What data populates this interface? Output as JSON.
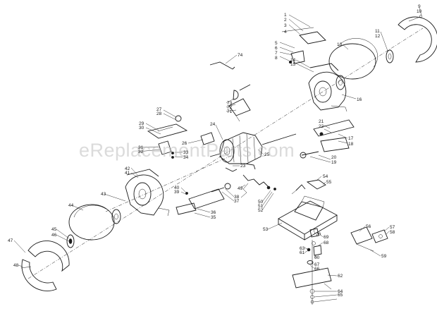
{
  "watermark": "eReplacementParts.com",
  "labels": [
    "1",
    "2",
    "3",
    "4",
    "5",
    "6",
    "7",
    "8",
    "9",
    "10",
    "11",
    "12",
    "13",
    "14",
    "15",
    "16",
    "17",
    "18",
    "19",
    "20",
    "21",
    "22",
    "23",
    "24",
    "25",
    "26",
    "27",
    "28",
    "29",
    "30",
    "31",
    "32",
    "33",
    "34",
    "35",
    "36",
    "37",
    "38",
    "39",
    "40",
    "41",
    "42",
    "43",
    "44",
    "45",
    "46",
    "47",
    "48",
    "49",
    "50",
    "51",
    "52",
    "53",
    "54",
    "55",
    "56",
    "57",
    "58",
    "59",
    "60",
    "61",
    "62",
    "63",
    "64",
    "65",
    "66",
    "67",
    "68",
    "69",
    "70",
    "71",
    "72",
    "73",
    "74"
  ]
}
